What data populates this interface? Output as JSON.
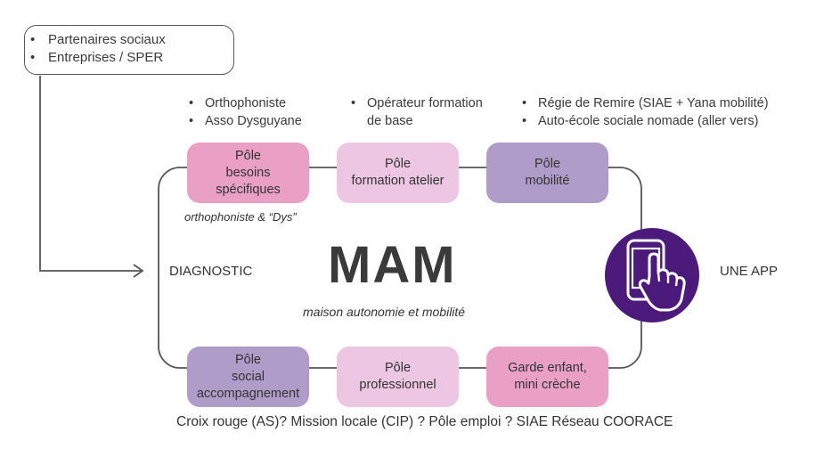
{
  "partners": {
    "items": [
      "Partenaires sociaux",
      "Entreprises / SPER"
    ]
  },
  "top_lists": {
    "besoins": [
      "Orthophoniste",
      "Asso Dysguyane"
    ],
    "formation": [
      "Opérateur formation",
      "de base"
    ],
    "mobilite": [
      "Régie de Remire (SIAE + Yana mobilité)",
      "Auto-école sociale nomade (aller vers)"
    ]
  },
  "poles": {
    "besoins": [
      "Pôle",
      "besoins",
      "spécifiques"
    ],
    "formation": [
      "Pôle",
      "formation atelier"
    ],
    "mobilite": [
      "Pôle",
      "mobilité"
    ],
    "social": [
      "Pôle",
      "social",
      "accompagnement"
    ],
    "professionnel": [
      "Pôle",
      "professionnel"
    ],
    "garde": [
      "Garde enfant,",
      "mini crèche"
    ]
  },
  "besoins_note": "orthophoniste & “Dys”",
  "diagnostic_label": "DIAGNOSTIC",
  "center": {
    "title": "MAM",
    "subtitle": "maison autonomie et mobilité"
  },
  "app_label": "UNE APP",
  "bottom_text": "Croix rouge  (AS)? Mission locale (CIP) ? Pôle emploi ? SIAE Réseau COORACE",
  "colors": {
    "pole_pink": "#e9a0c4",
    "pole_light": "#ecc6e3",
    "pole_purple": "#b09cc8",
    "app_circle": "#4b1a7a"
  },
  "icons": [
    "tablet-touch-icon",
    "arrow-right-icon"
  ]
}
